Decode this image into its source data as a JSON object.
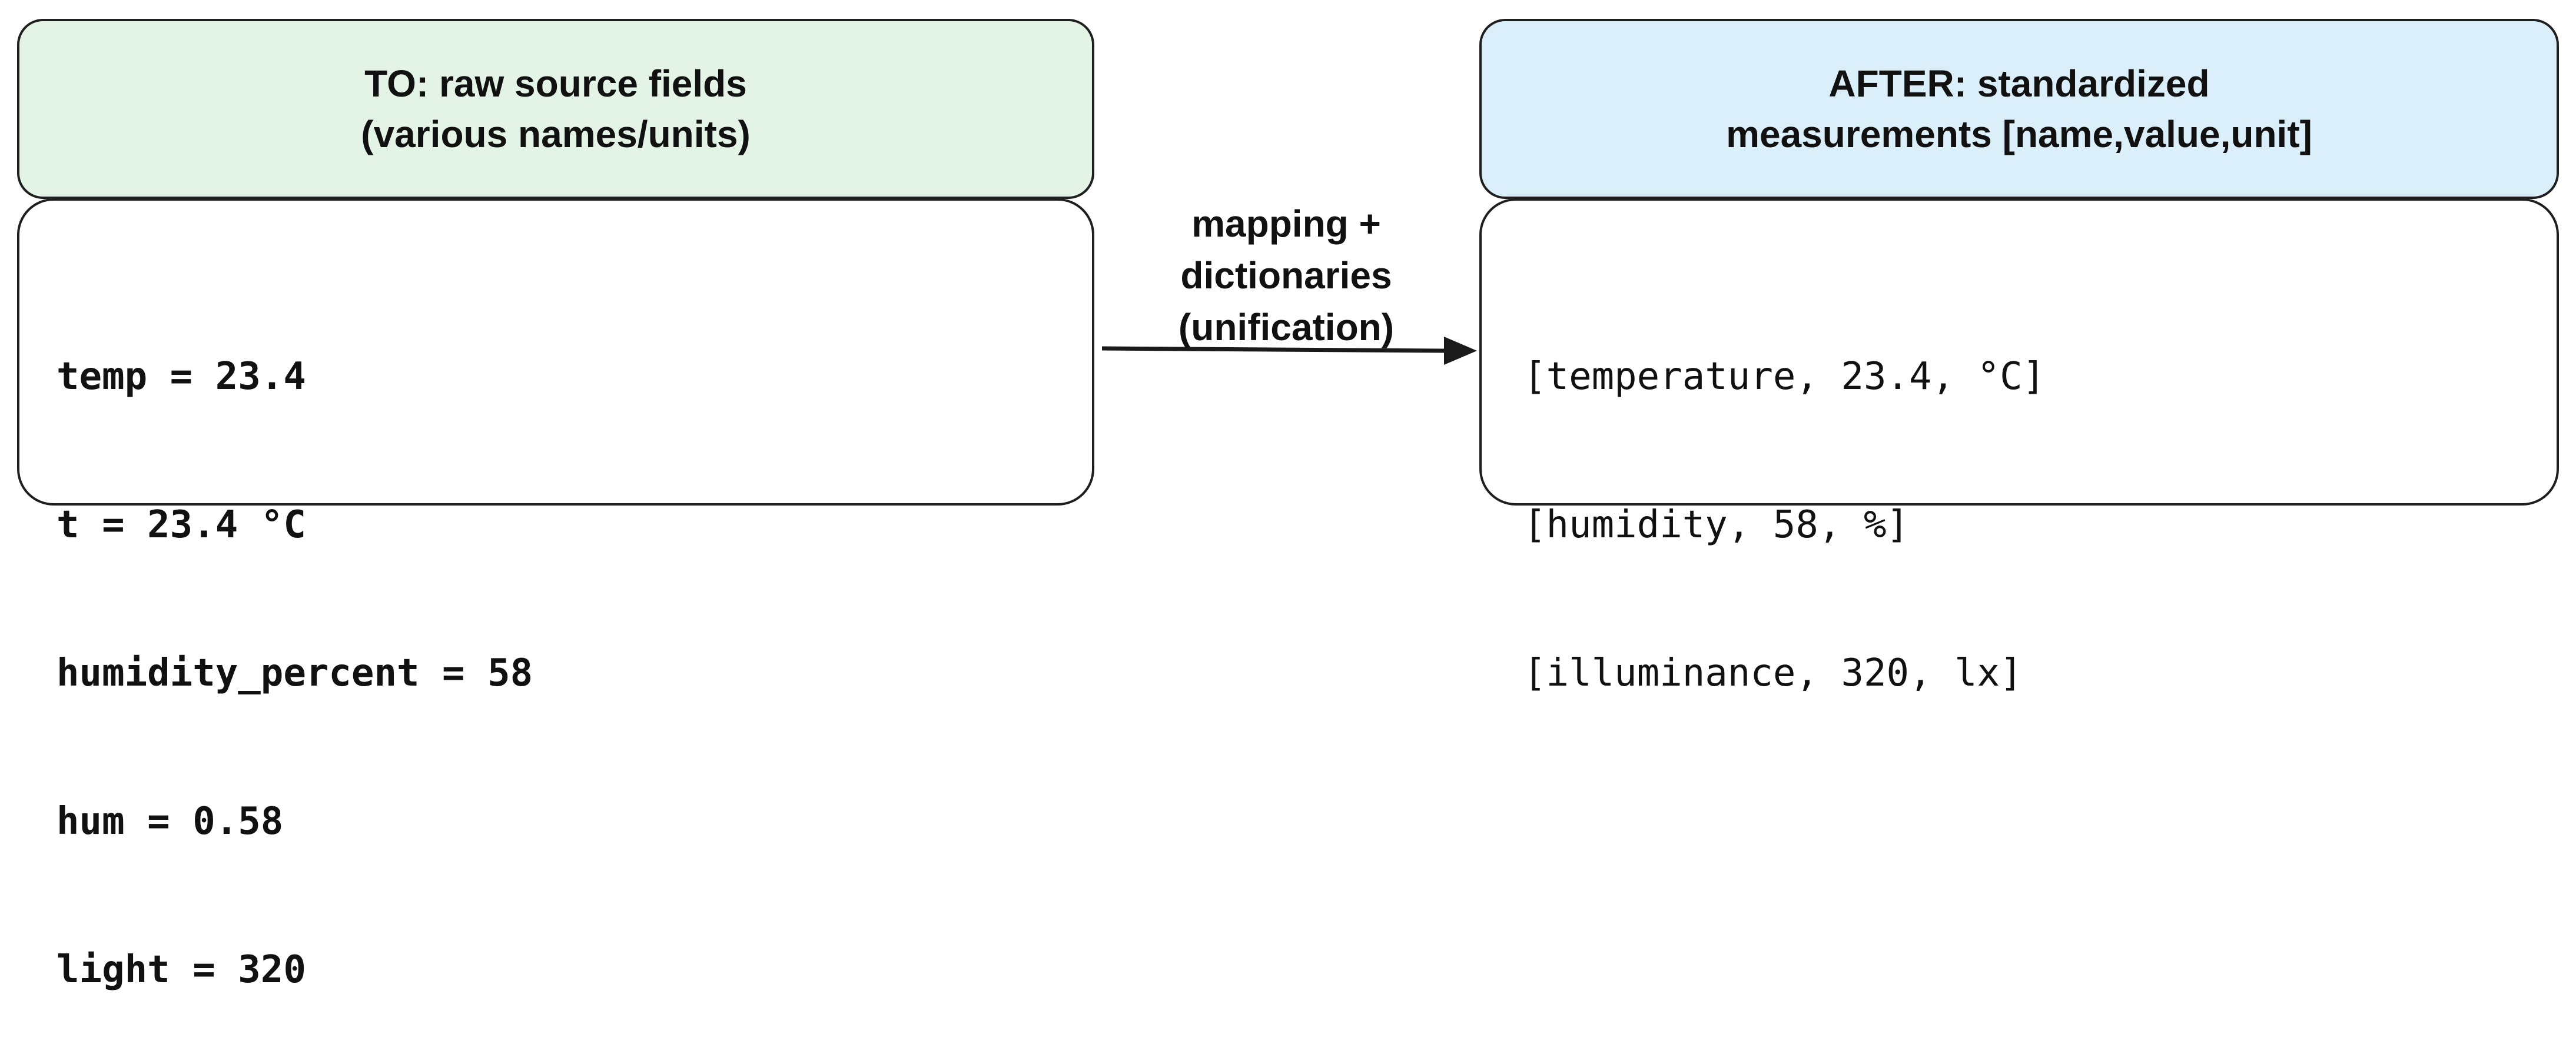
{
  "left_panel": {
    "title_line1": "TO: raw source fields",
    "title_line2": "(various names/units)",
    "header_color": "#e3f3e6",
    "lines": [
      "temp = 23.4",
      "t = 23.4 °C",
      "humidity_percent = 58",
      "hum = 0.58",
      "light = 320"
    ]
  },
  "arrow": {
    "label_line1": "mapping +",
    "label_line2": "dictionaries",
    "label_line3": "(unification)"
  },
  "right_panel": {
    "title_line1": "AFTER: standardized",
    "title_line2": "measurements [name,value,unit]",
    "header_color": "#dbeffb",
    "lines": [
      "[temperature, 23.4, °C]",
      "[humidity, 58, %]",
      "[illuminance, 320, lx]"
    ]
  }
}
